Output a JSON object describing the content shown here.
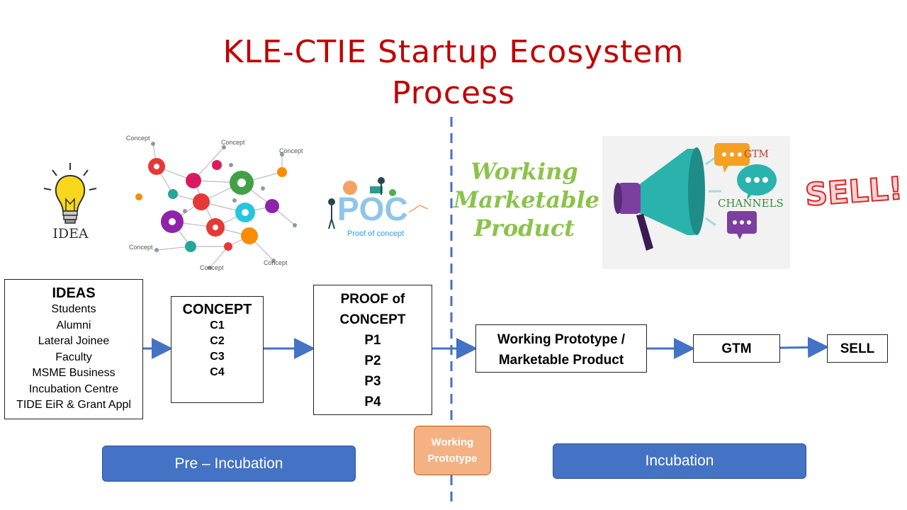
{
  "title": {
    "line1": "KLE-CTIE Startup Ecosystem",
    "line2": "Process"
  },
  "images": {
    "idea_caption": "IDEA",
    "concept_node_label": "Concept",
    "poc_logo": "POC",
    "poc_caption": "Proof of concept",
    "wmp_line1": "Working",
    "wmp_line2": "Marketable",
    "wmp_line3": "Product",
    "gtm_label": "GTM",
    "channels_label": "CHANNELS",
    "sell_label": "SELL!"
  },
  "boxes": {
    "ideas": {
      "heading": "IDEAS",
      "items": [
        "Students",
        "Alumni",
        "Lateral Joinee",
        "Faculty",
        "MSME Business",
        "Incubation Centre",
        "TIDE EiR & Grant Appl"
      ]
    },
    "concept": {
      "heading": "CONCEPT",
      "items": [
        "C1",
        "C2",
        "C3",
        "C4"
      ]
    },
    "poc": {
      "heading_line1": "PROOF of",
      "heading_line2": "CONCEPT",
      "items": [
        "P1",
        "P2",
        "P3",
        "P4"
      ]
    },
    "wp": {
      "line1": "Working Prototype /",
      "line2": "Marketable Product"
    },
    "gtm": {
      "label": "GTM"
    },
    "sell": {
      "label": "SELL"
    }
  },
  "phases": {
    "pre_incubation": "Pre – Incubation",
    "working_prototype_line1": "Working",
    "working_prototype_line2": "Prototype",
    "incubation": "Incubation"
  },
  "colors": {
    "title": "#c00000",
    "phase_blue": "#4472c4",
    "phase_orange": "#f4b183",
    "arrow": "#4472c4",
    "wmp_green": "#8bc34a"
  }
}
